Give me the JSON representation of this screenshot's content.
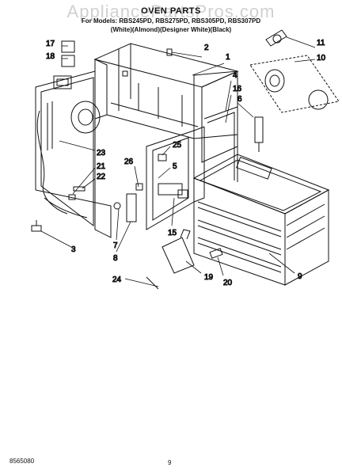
{
  "header": {
    "title": "OVEN PARTS",
    "models": "For Models: RBS245PD, RBS275PD, RBS305PD, RBS307PD",
    "colors": "(White)(Almond)(Designer White)(Black)"
  },
  "watermark": "AppliancePartsPros.com",
  "callouts": [
    "1",
    "2",
    "3",
    "4",
    "5",
    "6",
    "7",
    "8",
    "9",
    "10",
    "11",
    "15",
    "16",
    "17",
    "18",
    "19",
    "20",
    "21",
    "22",
    "23",
    "24",
    "25",
    "26"
  ],
  "footer": {
    "code": "8565080",
    "page": "9"
  },
  "colors": {
    "ink": "#111111",
    "paper": "#ffffff",
    "watermark": "#8a8a8a"
  }
}
